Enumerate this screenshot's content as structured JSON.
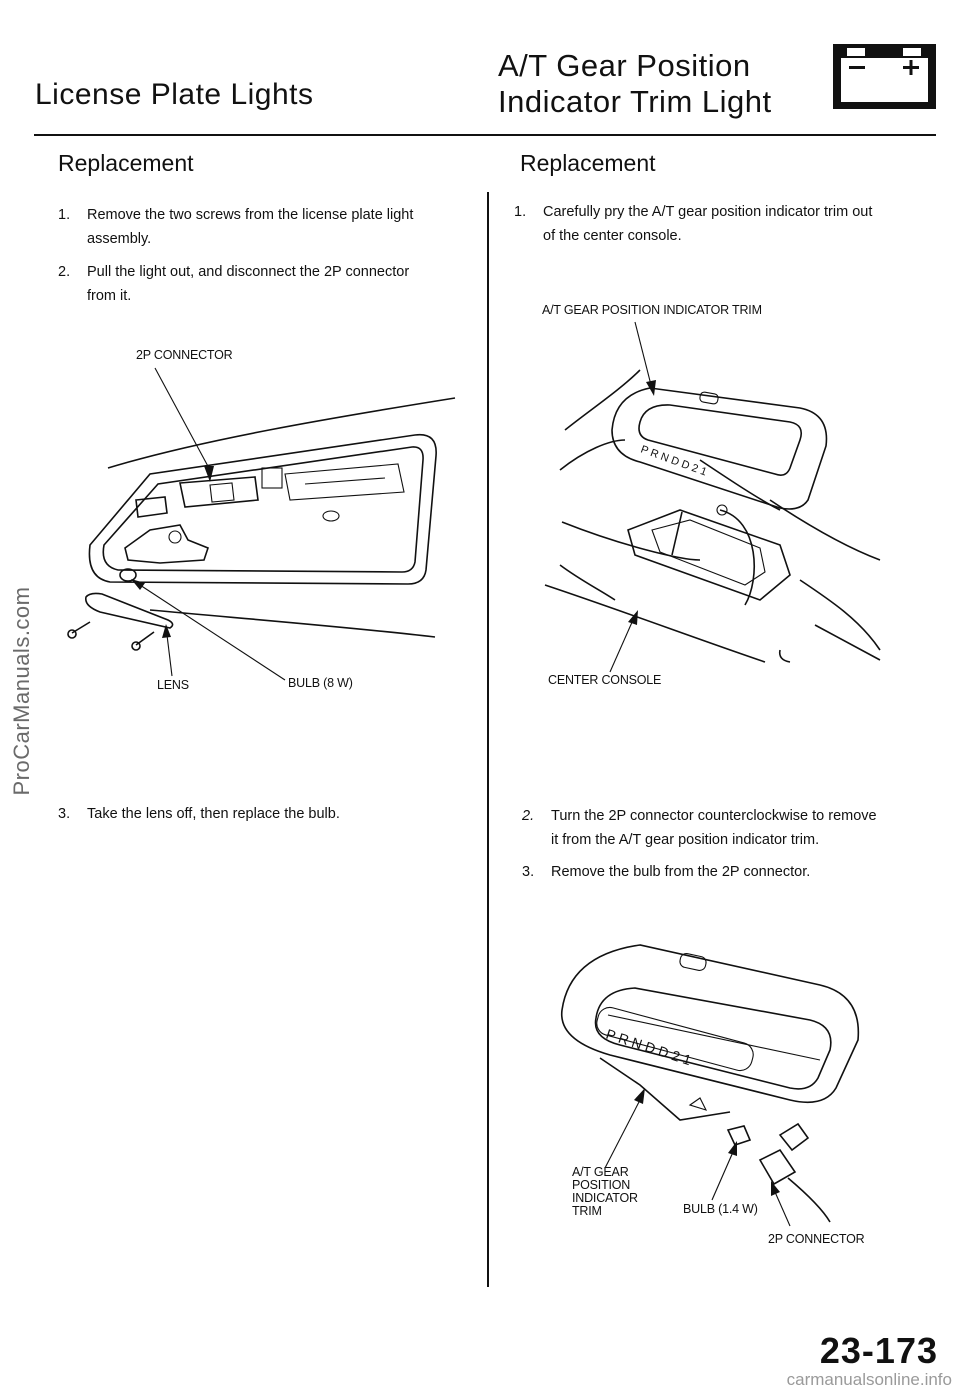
{
  "header": {
    "title_left": "License Plate Lights",
    "title_right_line1": "A/T Gear Position",
    "title_right_line2": "Indicator Trim Light",
    "battery_icon": "battery-icon"
  },
  "left": {
    "heading": "Replacement",
    "steps": [
      {
        "num": "1.",
        "lines": [
          "Remove the two screws from the license plate light",
          "assembly."
        ]
      },
      {
        "num": "2.",
        "lines": [
          "Pull the light out, and disconnect the 2P connector",
          "from it."
        ]
      },
      {
        "num": "3.",
        "lines": [
          "Take the lens off, then replace the bulb."
        ]
      }
    ],
    "labels": {
      "connector": "2P CONNECTOR",
      "lens": "LENS",
      "bulb": "BULB (8 W)"
    }
  },
  "right": {
    "heading": "Replacement",
    "steps": [
      {
        "num": "1.",
        "lines": [
          "Carefully pry the A/T gear position indicator trim out",
          "of the center console."
        ]
      },
      {
        "num": "2.",
        "lines": [
          "Turn the 2P connector counterclockwise to remove",
          "it from the A/T gear position indicator trim."
        ]
      },
      {
        "num": "3.",
        "lines": [
          "Remove the bulb from the 2P connector."
        ]
      }
    ],
    "labels": {
      "trim_top": "A/T GEAR POSITION INDICATOR TRIM",
      "console": "CENTER CONSOLE",
      "trim_bottom": [
        "A/T GEAR",
        "POSITION",
        "INDICATOR",
        "TRIM"
      ],
      "bulb": "BULB (1.4 W)",
      "connector": "2P CONNECTOR"
    }
  },
  "footer": {
    "page_number": "23-173",
    "side_watermark": "ProCarManuals.com",
    "bottom_watermark": "carmanualsonline.info"
  }
}
